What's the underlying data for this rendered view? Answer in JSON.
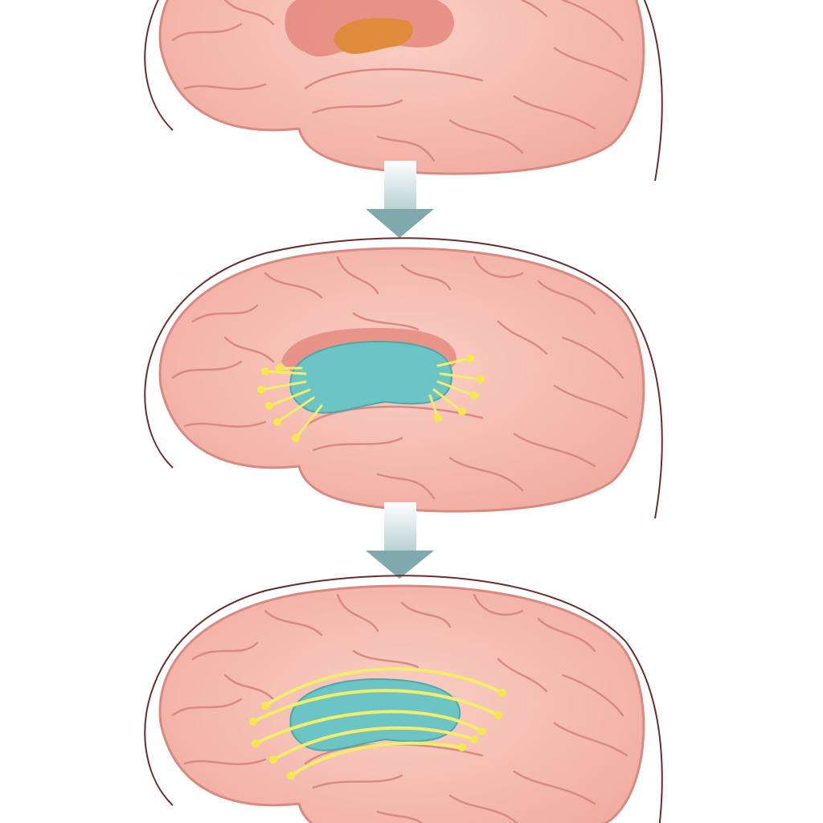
{
  "figure": {
    "stages": [
      {
        "lesion": "red-orange"
      },
      {
        "lesion": "teal-filled",
        "fibers": "short-yellow"
      },
      {
        "lesion": "teal-filled",
        "fibers": "long-yellow-arcs"
      }
    ],
    "colors": {
      "brain_fill": "#f7c3b8",
      "brain_stroke": "#d98a80",
      "outline": "#6b2e2e",
      "lesion_red": "#e07a70",
      "lesion_orange": "#e08a3c",
      "teal": "#6cc4c4",
      "fiber_yellow": "#f2ee6a",
      "arrow": "#7fa9ad"
    }
  }
}
